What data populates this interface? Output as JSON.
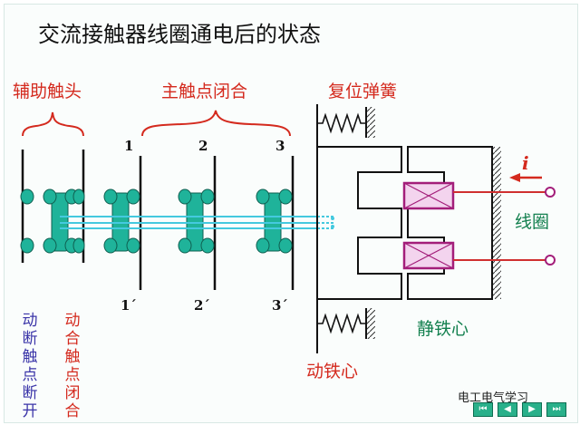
{
  "title": "交流接触器线圈通电后的状态",
  "labels": {
    "aux_contact": "辅助触头",
    "main_contact_closed": "主触点闭合",
    "reset_spring": "复位弹簧",
    "coil": "线圈",
    "static_core": "静铁心",
    "moving_core": "动铁心",
    "current_symbol": "i",
    "moving_break_open": "动断触点断开",
    "moving_make_closed": "动合触点闭合"
  },
  "contact_numbers": [
    "1",
    "2",
    "3"
  ],
  "contact_numbers_primed": [
    "1´",
    "2´",
    "3´"
  ],
  "watermark": "电工电气学习",
  "nav": [
    "⏮",
    "◀",
    "▶",
    "⏭"
  ],
  "colors": {
    "contact_fill": "#1fb39a",
    "rail": "#44c9df",
    "coil_fill": "#f3d4ee",
    "coil_border": "#a31e7a",
    "label_red": "#d42a1e",
    "label_green": "#13804f",
    "label_blue": "#3a34a8"
  }
}
